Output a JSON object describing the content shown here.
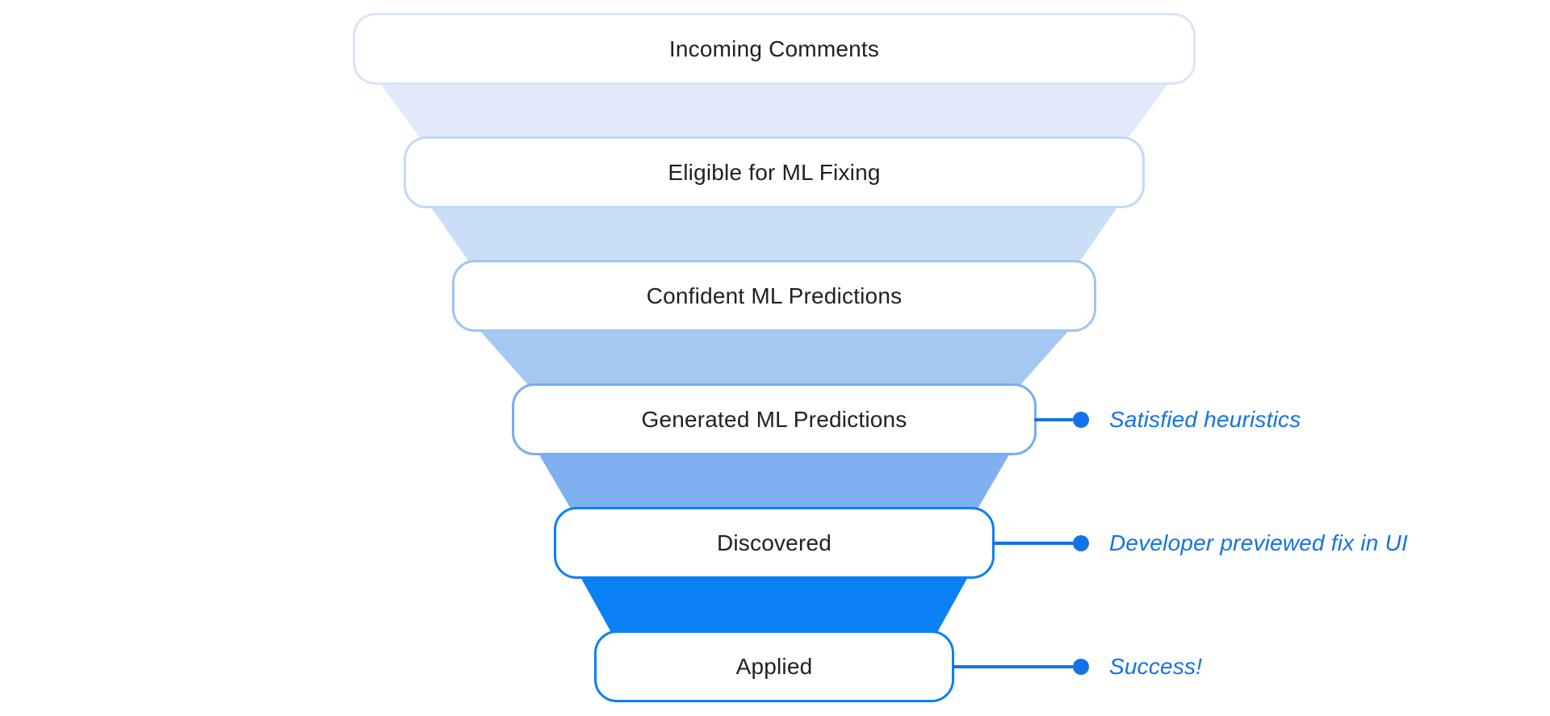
{
  "diagram": {
    "background": "#ffffff",
    "label_color": "#202124",
    "annotation_color": "#1372e8",
    "stages": [
      {
        "label": "Incoming Comments",
        "border": "#d8e5fa"
      },
      {
        "label": "Eligible for ML Fixing",
        "border": "#c2d8f8"
      },
      {
        "label": "Confident ML Predictions",
        "border": "#9fc4f3"
      },
      {
        "label": "Generated ML Predictions",
        "border": "#79abef",
        "annotation": "Satisfied heuristics"
      },
      {
        "label": "Discovered",
        "border": "#0a80f5",
        "annotation": "Developer previewed fix in UI"
      },
      {
        "label": "Applied",
        "border": "#0a80f5",
        "annotation": "Success!"
      }
    ],
    "segments": [
      {
        "name": "segment-1-2",
        "color": "#e0eafa"
      },
      {
        "name": "segment-2-3",
        "color": "#cbdef8"
      },
      {
        "name": "segment-3-4",
        "color": "#a5c8f3"
      },
      {
        "name": "segment-4-5",
        "color": "#7fb1f0"
      },
      {
        "name": "segment-5-6",
        "color": "#0a80f5"
      }
    ]
  }
}
